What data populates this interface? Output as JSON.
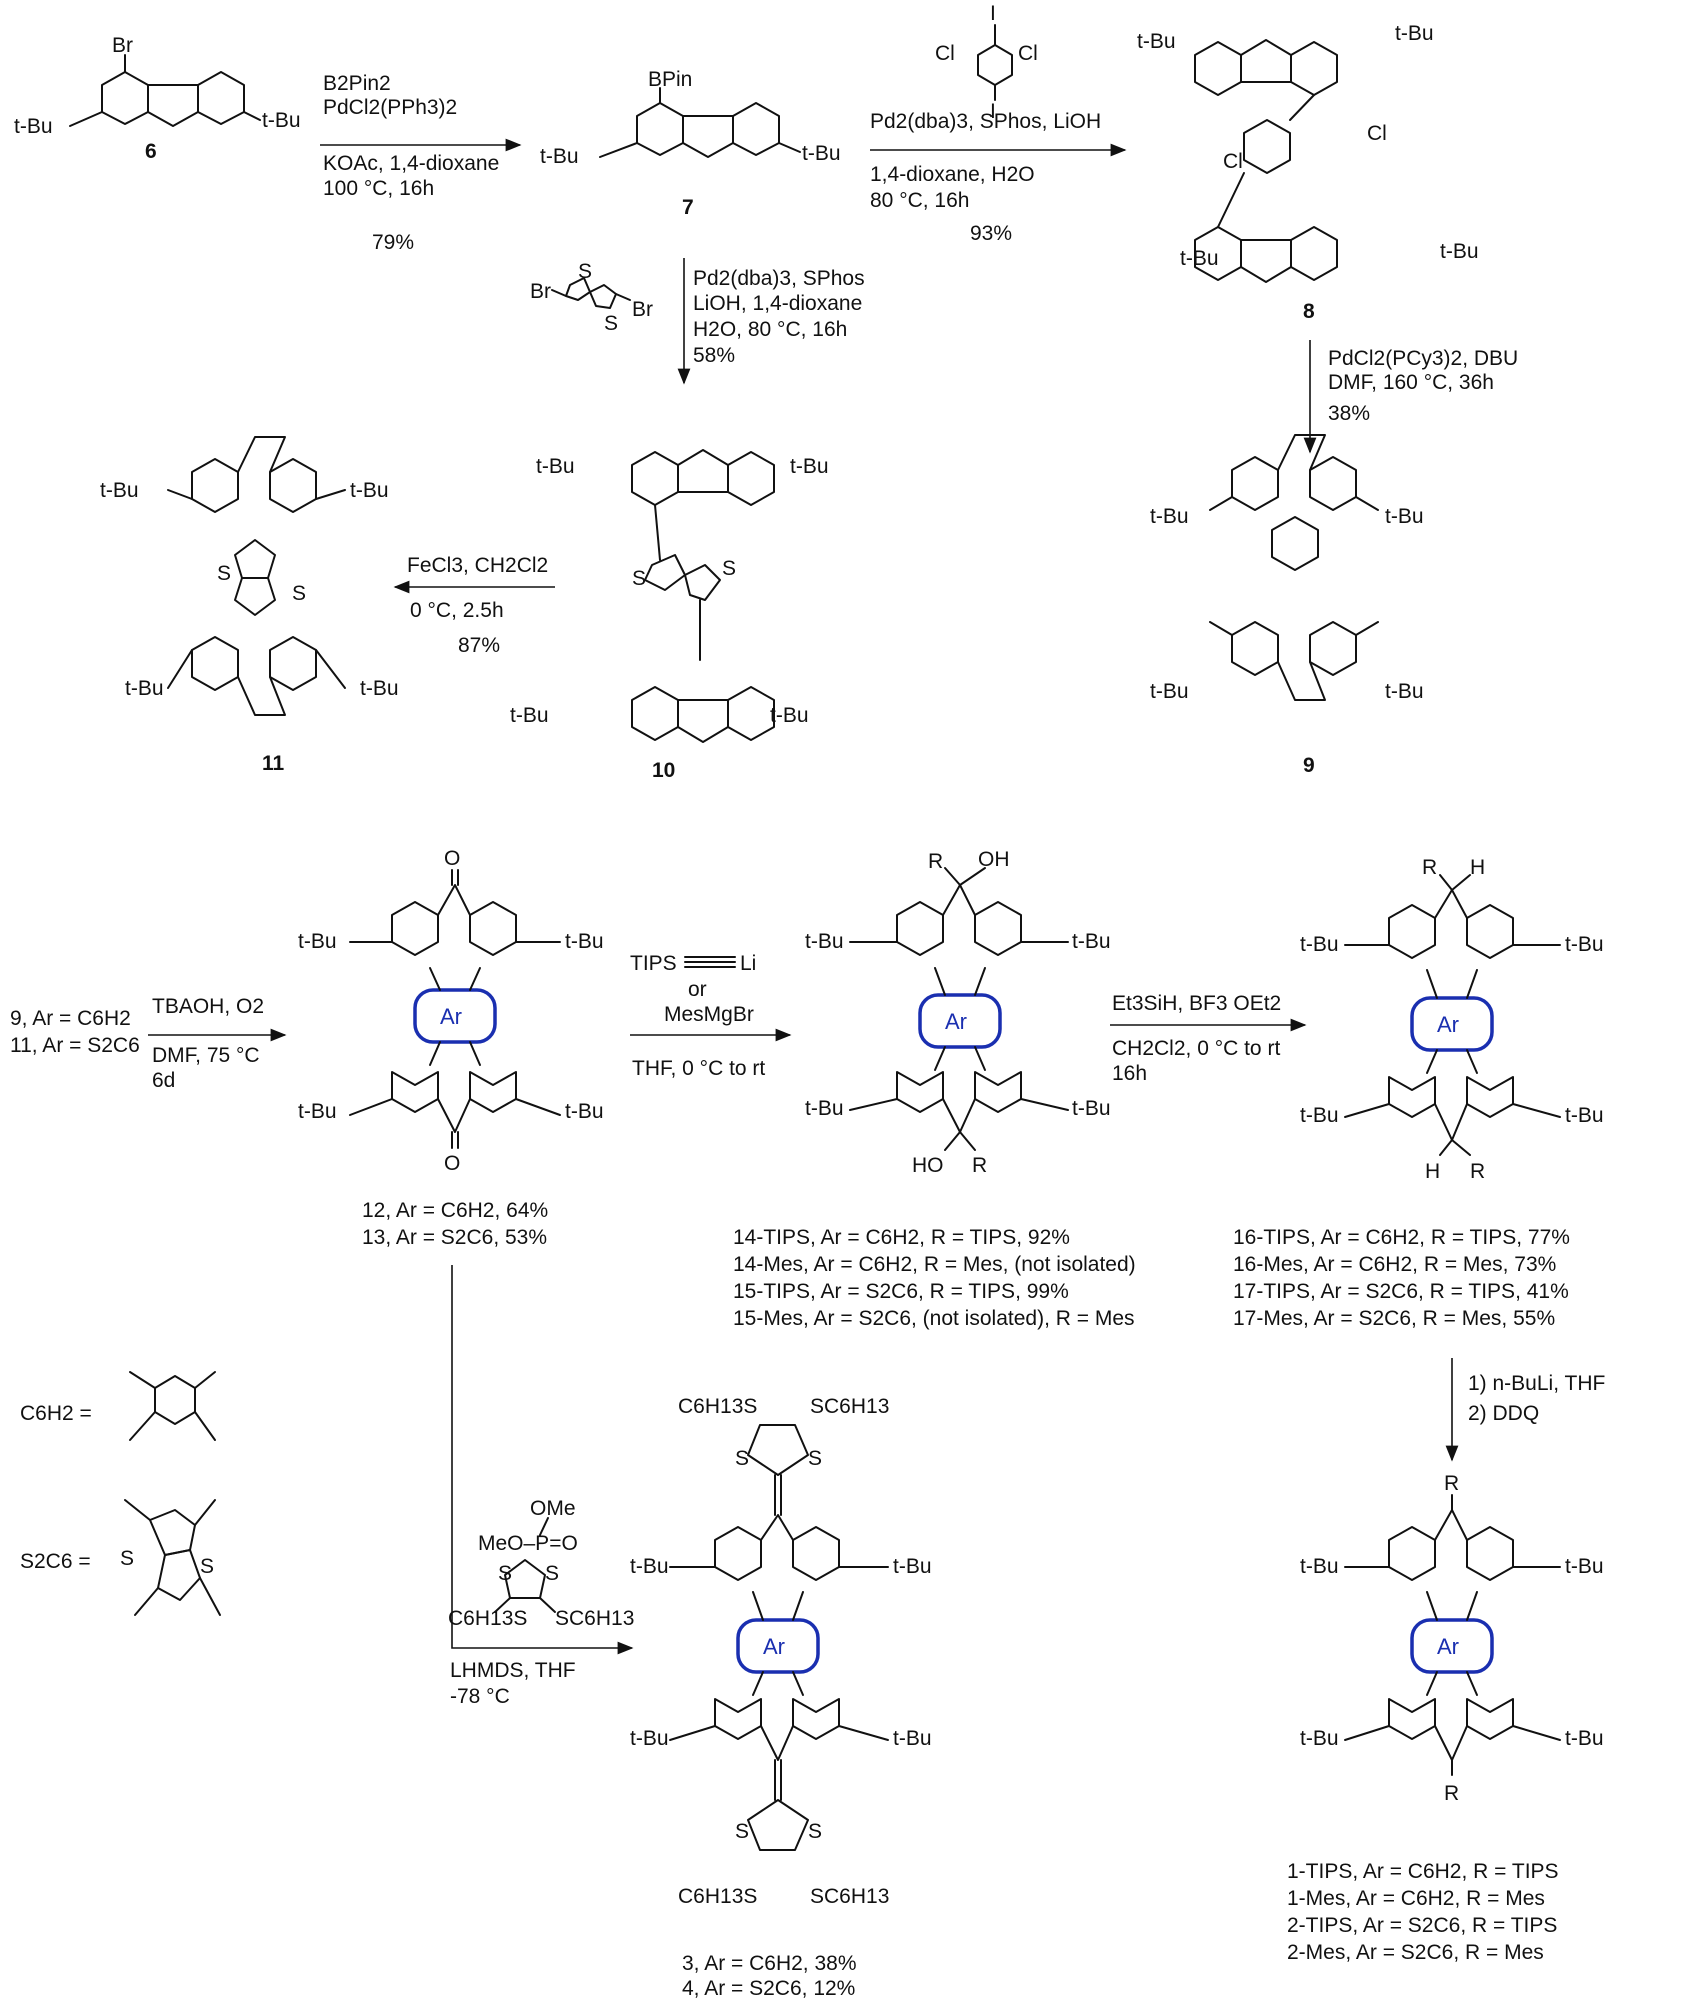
{
  "compounds": {
    "c6": "6",
    "c7": "7",
    "c8": "8",
    "c9": "9",
    "c10": "10",
    "c11": "11",
    "c12": "12, Ar = C6H2, 64%",
    "c13": "13, Ar = S2C6, 53%",
    "c3": "3, Ar = C6H2, 38%",
    "c4": "4, Ar = S2C6, 12%"
  },
  "substituents": {
    "br": "Br",
    "bpin": "BPin",
    "tbu": "t-Bu",
    "cl": "Cl",
    "i": "I",
    "s": "S",
    "o": "O",
    "oh": "OH",
    "ho": "HO",
    "r": "R",
    "h": "H",
    "ar": "Ar",
    "sc6h13": "SC6H13",
    "c6h13s": "C6H13S",
    "ome": "OMe",
    "meo_p": "MeO–P=O"
  },
  "conditions": {
    "r1": [
      "B2Pin2",
      "PdCl2(PPh3)2",
      "KOAc, 1,4-dioxane",
      "100 °C, 16h",
      "79%"
    ],
    "r2": [
      "Pd2(dba)3, SPhos, LiOH",
      "1,4-dioxane, H2O",
      "80 °C, 16h",
      "93%"
    ],
    "r3": [
      "Pd2(dba)3, SPhos",
      "LiOH, 1,4-dioxane",
      "H2O, 80 °C, 16h",
      "58%"
    ],
    "r4": [
      "PdCl2(PCy3)2, DBU",
      "DMF, 160 °C, 36h",
      "38%"
    ],
    "r5": [
      "FeCl3, CH2Cl2",
      "0 °C, 2.5h",
      "87%"
    ],
    "r6_start": [
      "9, Ar = C6H2",
      "11, Ar = S2C6"
    ],
    "r6": [
      "TBAOH, O2",
      "DMF, 75 °C",
      "6d"
    ],
    "r7": [
      "TIPS",
      "Li",
      "or",
      "MesMgBr",
      "THF, 0 °C to rt"
    ],
    "r8": [
      "Et3SiH, BF3 OEt2",
      "CH2Cl2, 0 °C to rt",
      "16h"
    ],
    "r9": [
      "1) n-BuLi, THF",
      "2) DDQ"
    ],
    "r10": [
      "LHMDS, THF",
      "-78 °C"
    ]
  },
  "products14": [
    "14-TIPS, Ar = C6H2, R = TIPS, 92%",
    "14-Mes, Ar = C6H2, R = Mes, (not isolated)",
    "15-TIPS, Ar = S2C6, R = TIPS, 99%",
    "15-Mes, Ar = S2C6, (not isolated), R = Mes"
  ],
  "products16": [
    "16-TIPS, Ar = C6H2, R = TIPS, 77%",
    "16-Mes, Ar = C6H2, R = Mes, 73%",
    "17-TIPS, Ar = S2C6, R = TIPS, 41%",
    "17-Mes, Ar = S2C6, R = Mes, 55%"
  ],
  "products1": [
    "1-TIPS, Ar = C6H2, R = TIPS",
    "1-Mes, Ar = C6H2, R = Mes",
    "2-TIPS, Ar = S2C6, R = TIPS",
    "2-Mes, Ar = S2C6, R = Mes"
  ],
  "legend": {
    "c6h2": "C6H2 =",
    "s2c6": "S2C6 ="
  }
}
